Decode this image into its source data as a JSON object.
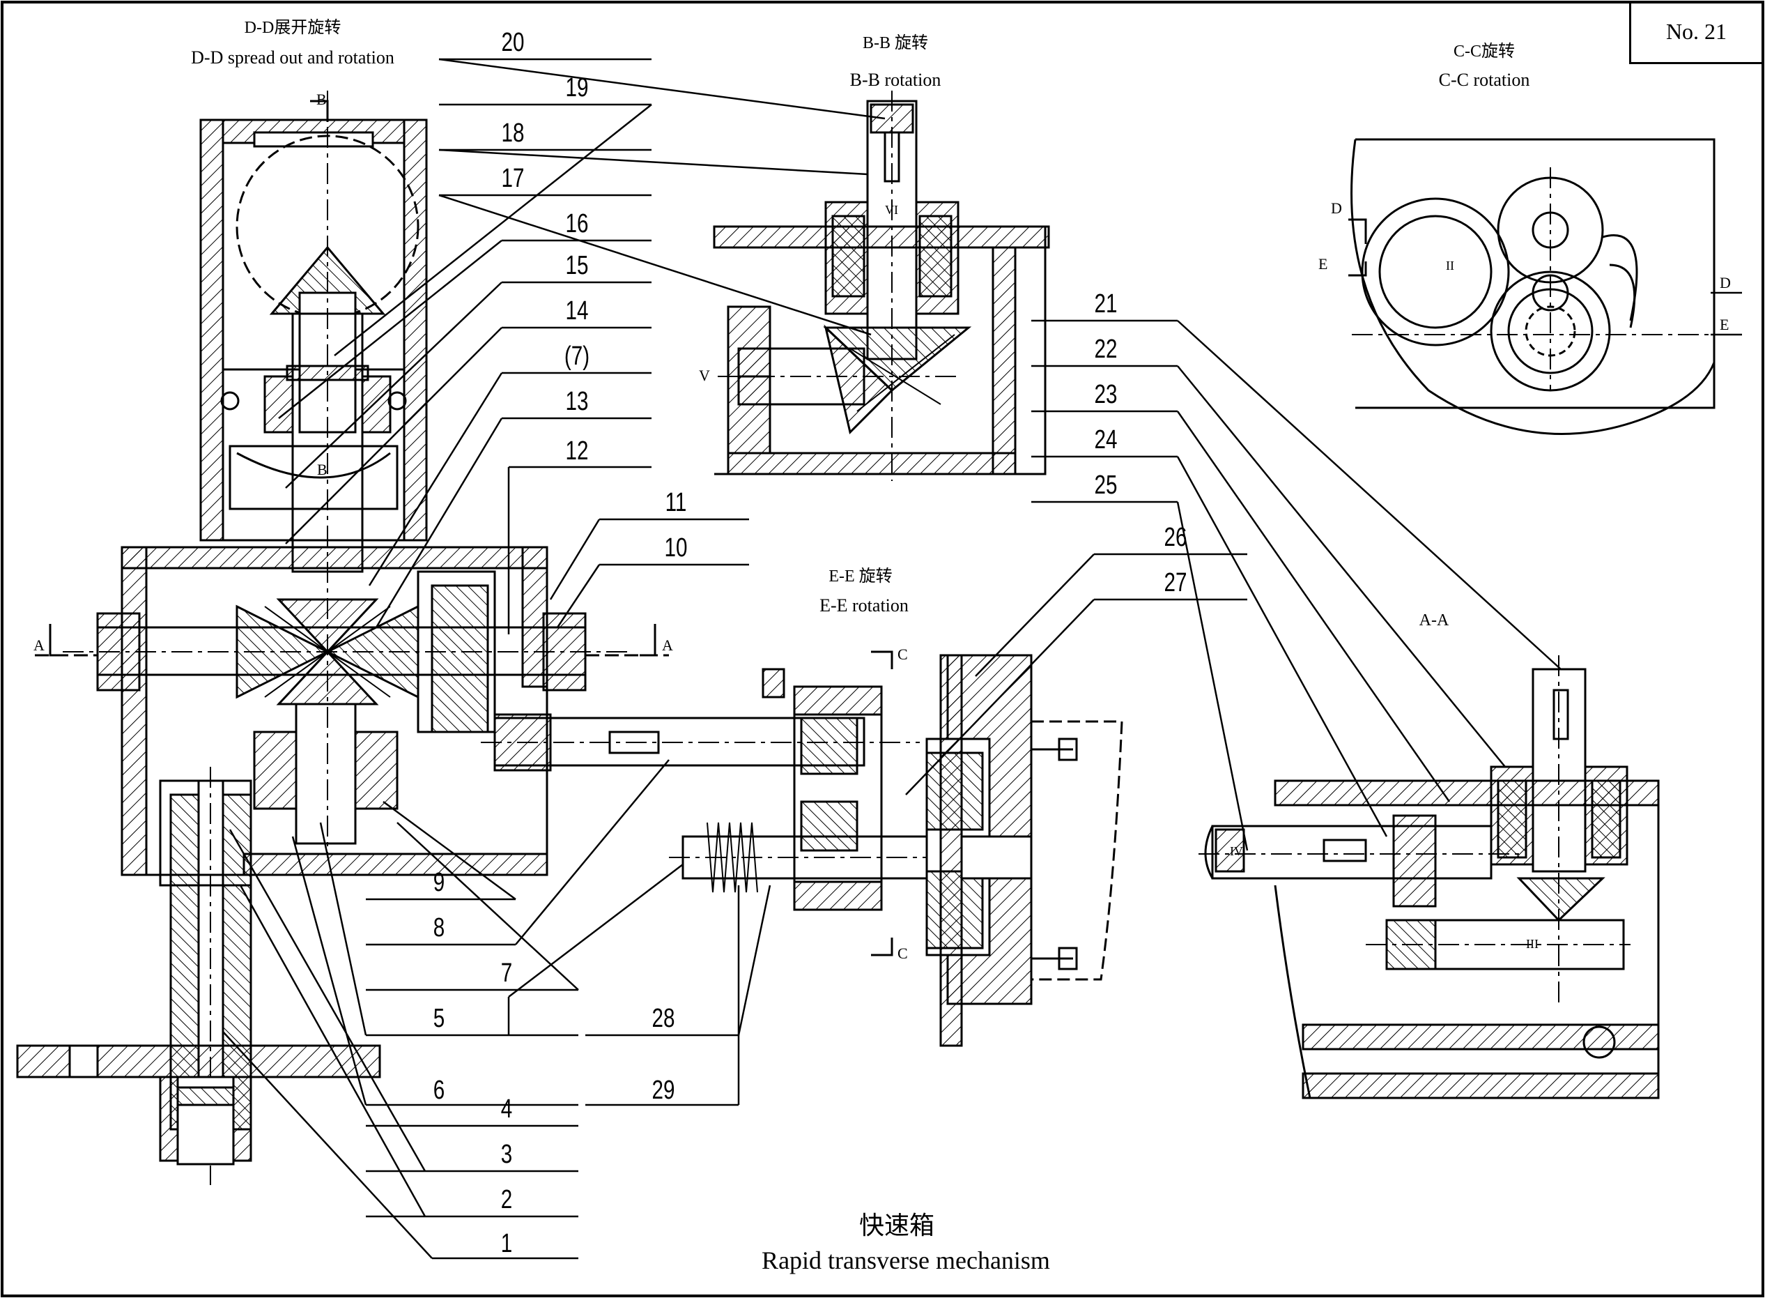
{
  "sheet_number": "No. 21",
  "views": {
    "dd": {
      "cn": "D-D展开旋转",
      "en": "D-D spread out and rotation"
    },
    "bb": {
      "cn": "B-B 旋转",
      "en": "B-B rotation"
    },
    "cc": {
      "cn": "C-C旋转",
      "en": "C-C rotation"
    },
    "ee": {
      "cn": "E-E 旋转",
      "en": "E-E rotation"
    },
    "aa": {
      "label": "A-A"
    }
  },
  "section_marks": {
    "B": "B",
    "A": "A",
    "C": "C",
    "D": "D",
    "E": "E"
  },
  "shaft_marks": [
    "V",
    "VI",
    "II",
    "IV",
    "III"
  ],
  "part_numbers": {
    "left": [
      "20",
      "19",
      "18",
      "17",
      "16",
      "15",
      "14",
      "(7)",
      "13",
      "12",
      "11",
      "10"
    ],
    "bottom_left": [
      "9",
      "8",
      "7",
      "5",
      "6",
      "4",
      "3",
      "2",
      "1"
    ],
    "middle": [
      "28",
      "29",
      "26",
      "27"
    ],
    "right": [
      "21",
      "22",
      "23",
      "24",
      "25"
    ]
  },
  "title": {
    "cn": "快速箱",
    "en": "Rapid transverse mechanism"
  }
}
